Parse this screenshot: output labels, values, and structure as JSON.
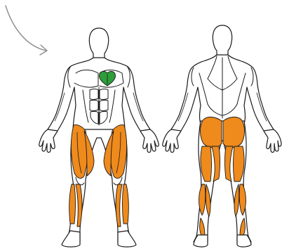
{
  "colors": {
    "outline": "#1a1a1a",
    "background": "#ffffff",
    "primary_muscle": "#2e9e3a",
    "secondary_muscle": "#ef8a1c",
    "arrow": "#8c8c8c"
  },
  "figures": [
    {
      "view": "front",
      "primary_muscles": [
        "chest"
      ],
      "secondary_muscles": [
        "quadriceps",
        "adductors",
        "tibialis"
      ]
    },
    {
      "view": "back",
      "primary_muscles": [],
      "secondary_muscles": [
        "glutes",
        "hamstrings",
        "calves"
      ]
    }
  ],
  "icons": [
    "curved-arrow-icon"
  ]
}
